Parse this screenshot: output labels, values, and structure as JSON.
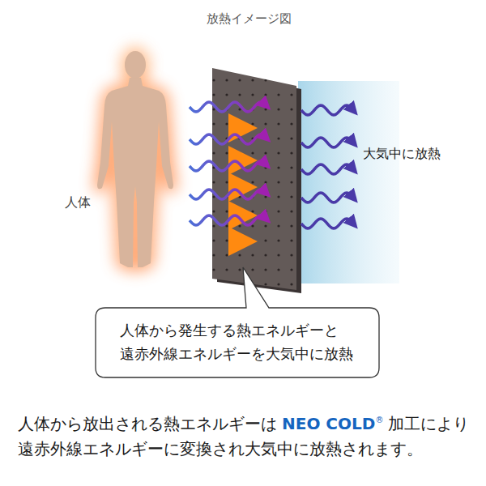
{
  "diagram": {
    "title": "放熱イメージ図",
    "nodes": [
      {
        "text": [
          "人体から発生する熱エネルギーと 遠赤外線エネルギーを大気中に放熱"
        ]
      }
    ],
    "labels": [
      "人体",
      "大気中に放熱",
      "人体から放出される熱エネルギーは",
      "NEO COLD",
      "®",
      "加工により遠赤外線エネルギーに変換され大気中に放熱されます。"
    ]
  }
}
